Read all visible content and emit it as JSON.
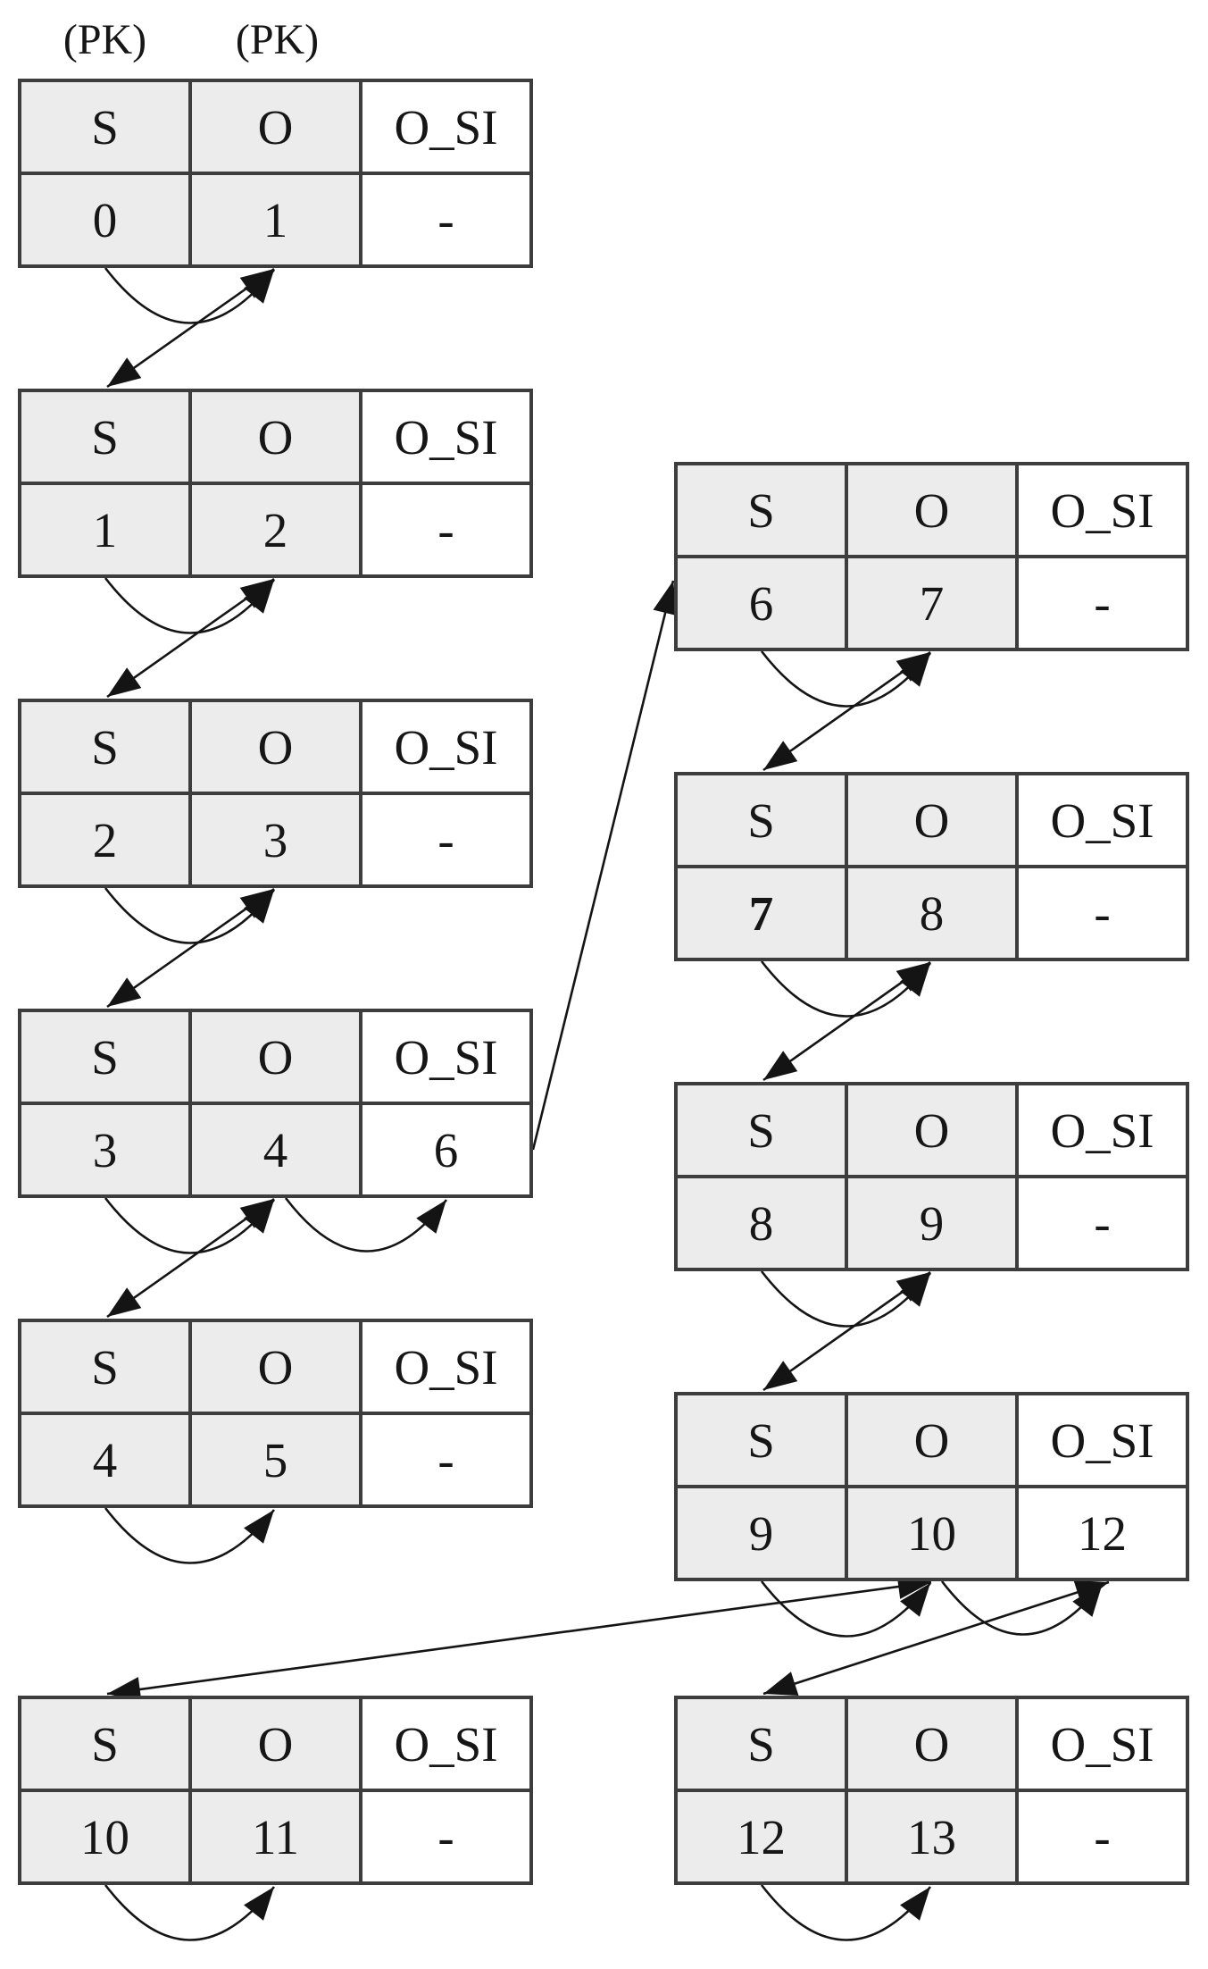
{
  "diagram": {
    "pk_labels": [
      "(PK)",
      "(PK)"
    ],
    "columns": [
      "S",
      "O",
      "O_SI"
    ],
    "tables": [
      {
        "id": "t0",
        "column": "left",
        "slot": 0,
        "s": "0",
        "o": "1",
        "o_si": "-",
        "pk_over_s_o": true
      },
      {
        "id": "t1",
        "column": "left",
        "slot": 1,
        "s": "1",
        "o": "2",
        "o_si": "-"
      },
      {
        "id": "t2",
        "column": "left",
        "slot": 2,
        "s": "2",
        "o": "3",
        "o_si": "-"
      },
      {
        "id": "t3",
        "column": "left",
        "slot": 3,
        "s": "3",
        "o": "4",
        "o_si": "6"
      },
      {
        "id": "t4",
        "column": "left",
        "slot": 4,
        "s": "4",
        "o": "5",
        "o_si": "-"
      },
      {
        "id": "t10",
        "column": "left",
        "slot": 5,
        "s": "10",
        "o": "11",
        "o_si": "-"
      },
      {
        "id": "r6",
        "column": "right",
        "slot": 0,
        "s": "6",
        "o": "7",
        "o_si": "-"
      },
      {
        "id": "r7",
        "column": "right",
        "slot": 1,
        "s": "7",
        "o": "8",
        "o_si": "-",
        "s_bold": true
      },
      {
        "id": "r8",
        "column": "right",
        "slot": 2,
        "s": "8",
        "o": "9",
        "o_si": "-"
      },
      {
        "id": "r9",
        "column": "right",
        "slot": 3,
        "s": "9",
        "o": "10",
        "o_si": "12"
      },
      {
        "id": "r12",
        "column": "right",
        "slot": 4,
        "s": "12",
        "o": "13",
        "o_si": "-"
      }
    ],
    "links": {
      "self_loop_s_to_o": [
        "t0",
        "t1",
        "t2",
        "t3",
        "t4",
        "t10",
        "r6",
        "r7",
        "r8",
        "r9",
        "r12"
      ],
      "loop_o_to_o_si": [
        "t3",
        "r9"
      ],
      "chain_o_to_next_s": [
        [
          "t0",
          "t1"
        ],
        [
          "t1",
          "t2"
        ],
        [
          "t2",
          "t3"
        ],
        [
          "t3",
          "t4"
        ],
        [
          "r6",
          "r7"
        ],
        [
          "r7",
          "r8"
        ],
        [
          "r8",
          "r9"
        ]
      ],
      "cross_links": [
        {
          "from": "t3",
          "from_anchor": "o_si_right",
          "to": "r6",
          "to_anchor": "s_left",
          "heads": "end"
        },
        {
          "from": "r9",
          "from_anchor": "o_bottom",
          "to": "t10",
          "to_anchor": "s_top",
          "heads": "both"
        },
        {
          "from": "r9",
          "from_anchor": "o_si_bottom",
          "to": "r12",
          "to_anchor": "s_top",
          "heads": "both"
        }
      ]
    },
    "colors": {
      "cell_shaded": "#ececec",
      "cell_plain": "#ffffff",
      "grid_line": "#3d3d3d",
      "arrow": "#141414",
      "text": "#161616",
      "background": "#ffffff"
    }
  }
}
